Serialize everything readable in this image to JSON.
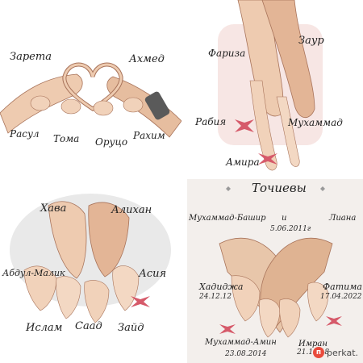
{
  "panel_1": {
    "names": [
      "Зарета",
      "Ахмед",
      "Расул",
      "Тома",
      "Оруцо",
      "Рахим"
    ]
  },
  "panel_2": {
    "names": [
      "Фариза",
      "Заур",
      "Рабия",
      "Мухаммад",
      "Амира"
    ]
  },
  "panel_3": {
    "names": [
      "Хава",
      "Алихан",
      "Абдул-Малик",
      "Асия",
      "Ислам",
      "Саад",
      "Зайд"
    ]
  },
  "panel_4": {
    "title": "Точиевы",
    "conjunction": "и",
    "people": [
      {
        "name": "Мухаммад-Башир",
        "date": ""
      },
      {
        "name": "Лиана",
        "date": "5.06.2011г"
      },
      {
        "name": "Хадиджа",
        "date": "24.12.12"
      },
      {
        "name": "Фатима",
        "date": "17.04.2022"
      },
      {
        "name": "Мухаммад-Амин",
        "date": "23.08.2014"
      },
      {
        "name": "Имран",
        "date": "21.11.18"
      }
    ]
  },
  "watermark": {
    "text": "perkat.",
    "badge": "п"
  },
  "colors": {
    "skin": "#e9c2a4",
    "skin_dark": "#c98f6c",
    "bow": "#d65a6a",
    "watch": "#5a5a5a"
  }
}
